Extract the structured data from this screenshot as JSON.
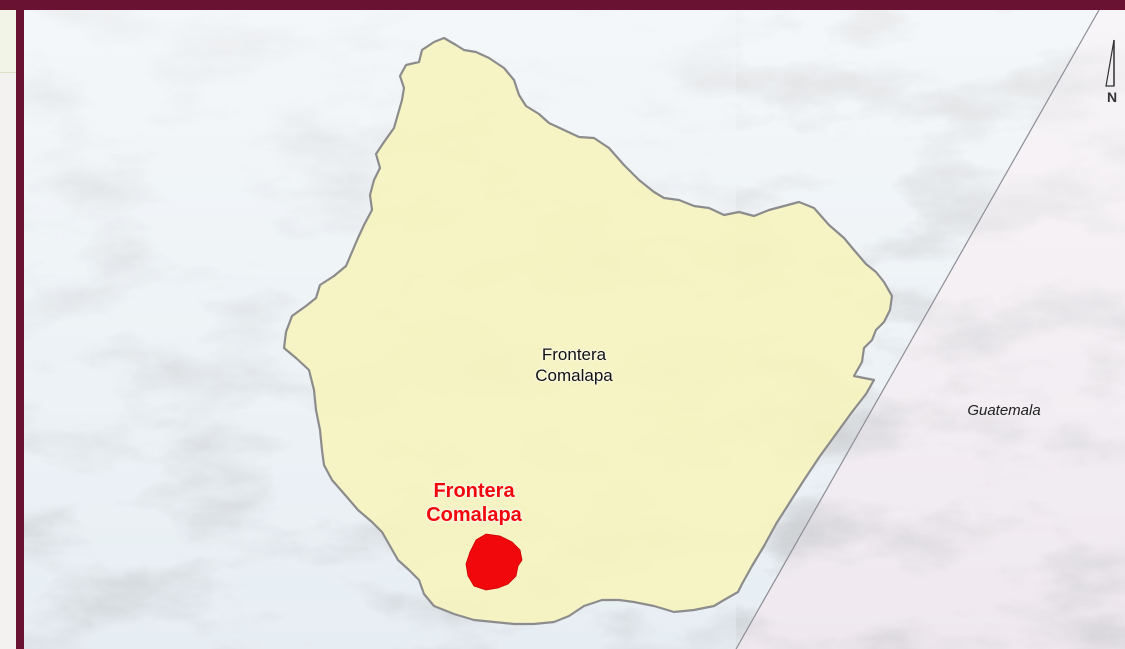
{
  "map": {
    "municipality_label": "Frontera\nComalapa",
    "locality_label": "Frontera\nComalapa",
    "country_label": "Guatemala",
    "north_arrow_letter": "N"
  },
  "colors": {
    "frame": "#6a1231",
    "municipality_fill": "#f6f3bf",
    "municipality_stroke": "#8c8c8c",
    "locality_fill": "#f0080d",
    "locality_label": "#f0080d",
    "mexico_tint": "#e7eef3",
    "guatemala_tint": "#f0e9ef"
  }
}
